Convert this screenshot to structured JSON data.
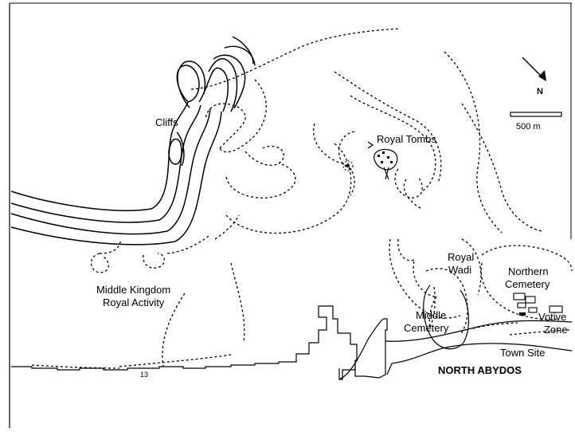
{
  "labels": {
    "cliffs": "Cliffs",
    "royal_tombs": "Royal Tombs",
    "middle_kingdom_line1": "Middle Kingdom",
    "middle_kingdom_line2": "Royal Activity",
    "royal_wadi_line1": "Royal",
    "royal_wadi_line2": "Wadi",
    "northern_cemetery_line1": "Northern",
    "northern_cemetery_line2": "Cemetery",
    "middle_cemetery_line1": "Middle",
    "middle_cemetery_line2": "Cemetery",
    "votive_zone_line1": "Votive",
    "votive_zone_line2": "Zone",
    "town_site": "Town Site",
    "north_abydos": "NORTH ABYDOS",
    "small_marker": "13"
  },
  "north_arrow": {
    "label": "N"
  },
  "scale_bar": {
    "label": "500 m"
  }
}
